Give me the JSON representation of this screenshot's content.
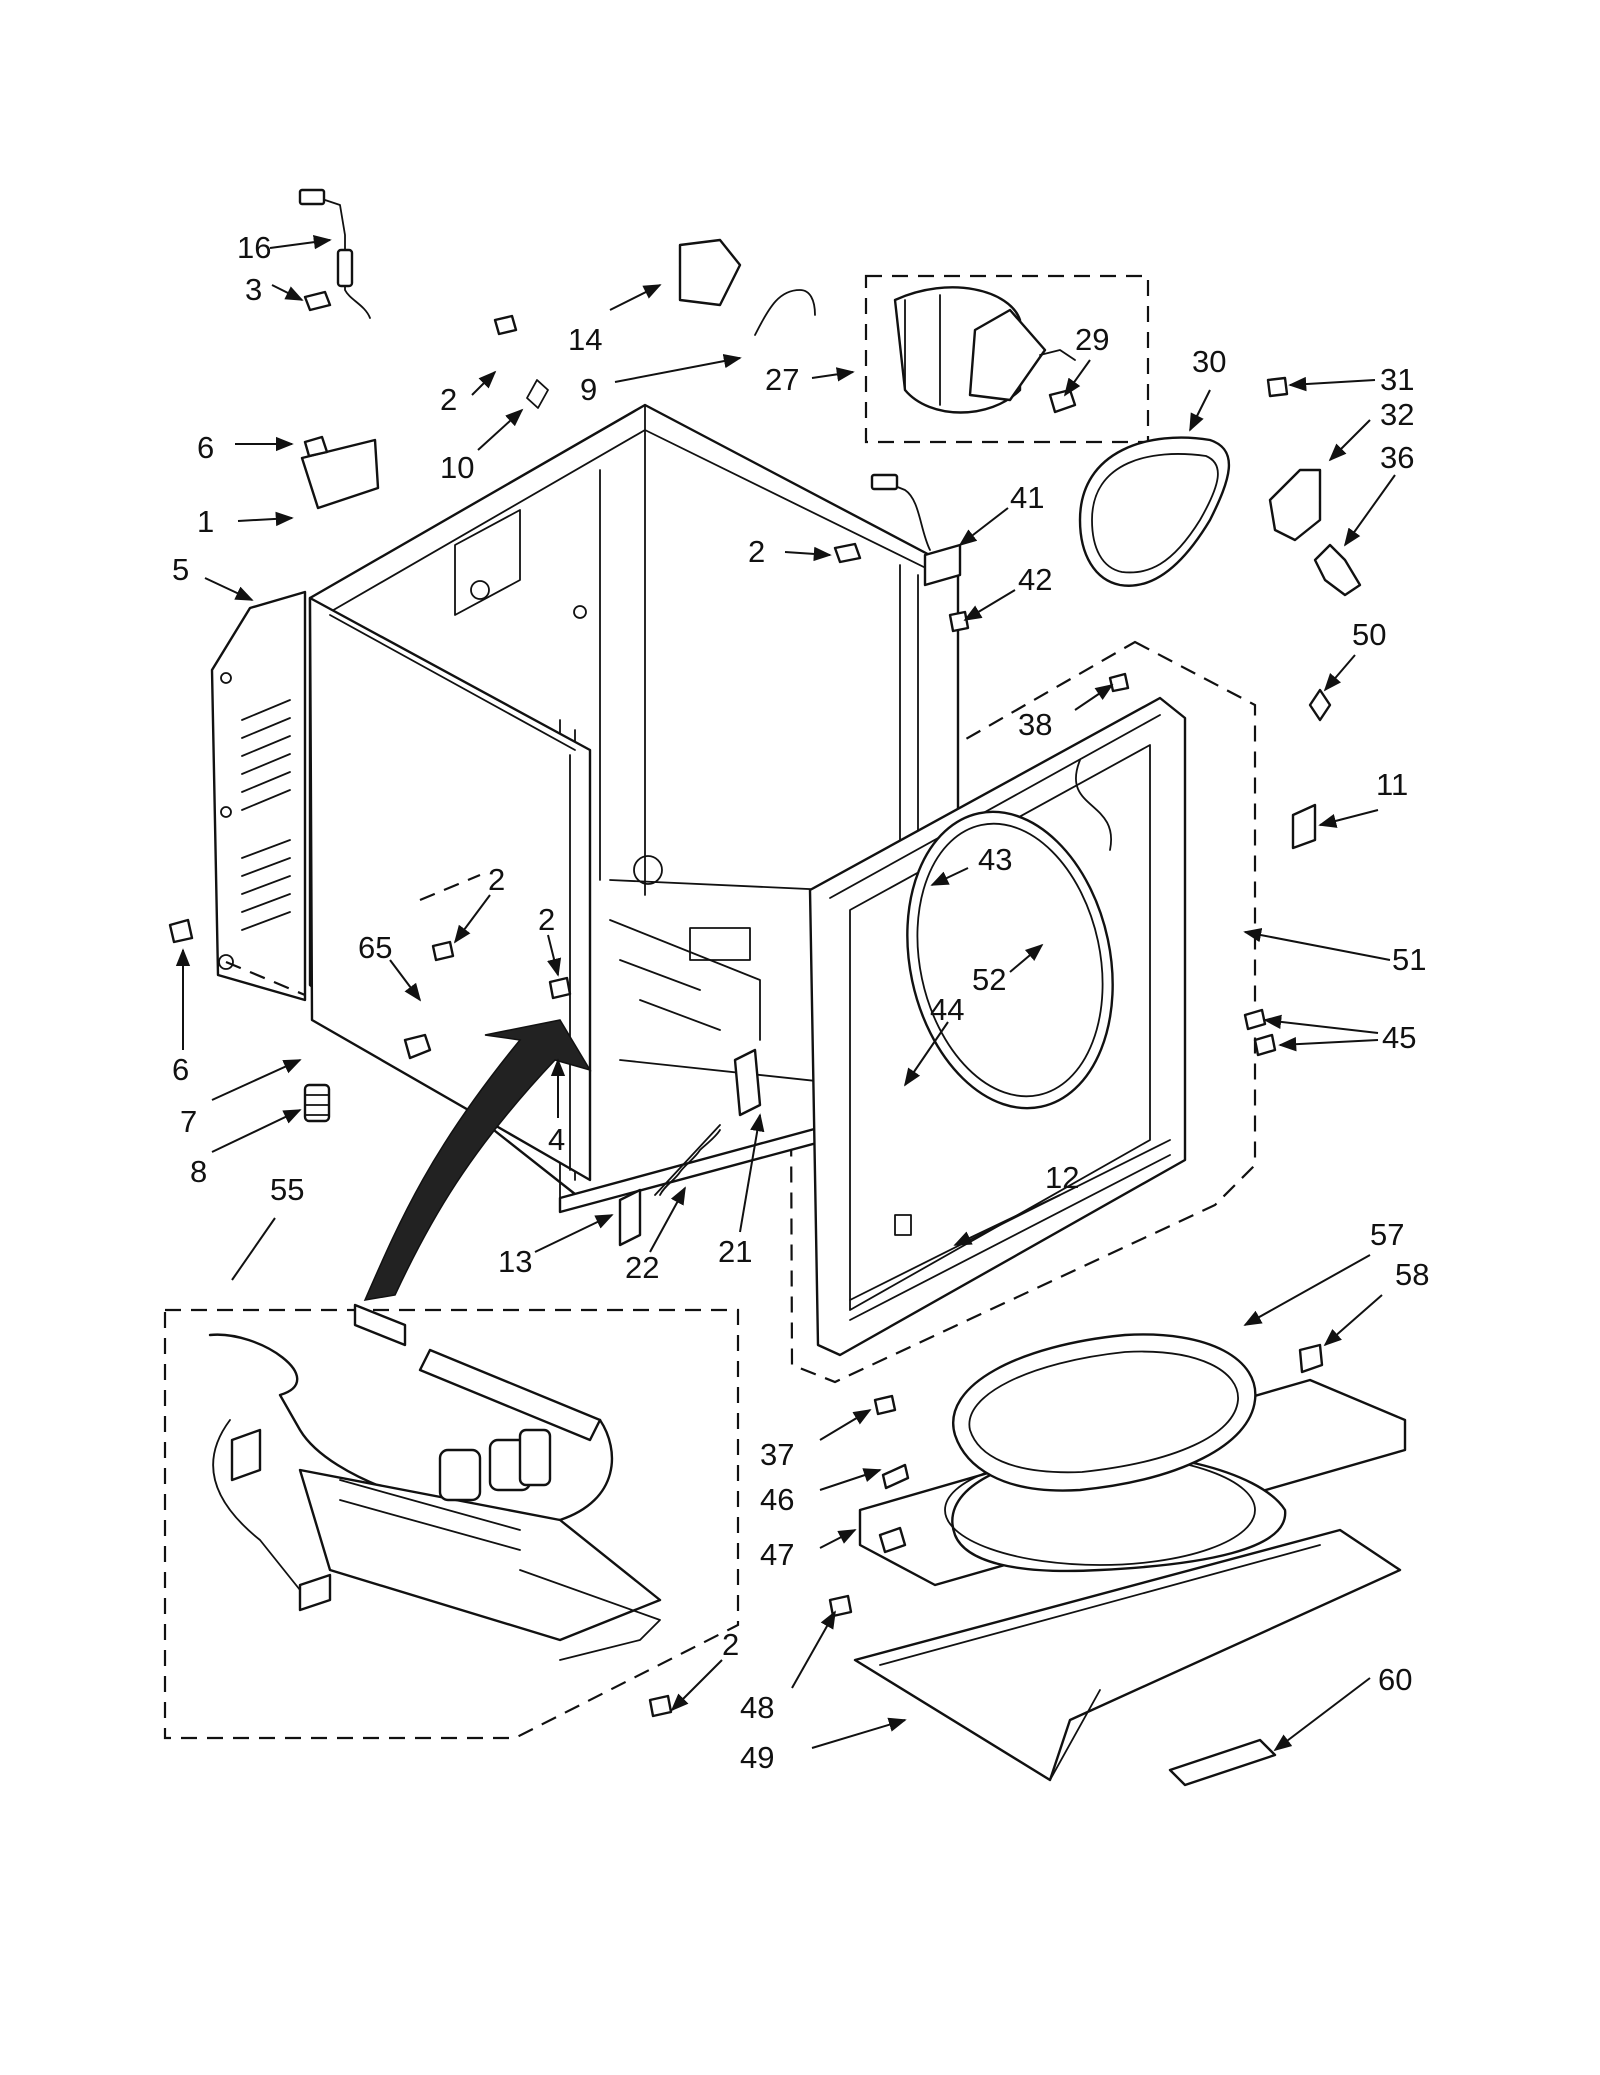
{
  "diagram": {
    "callouts": [
      {
        "id": "c16",
        "label": "16"
      },
      {
        "id": "c3",
        "label": "3"
      },
      {
        "id": "c14",
        "label": "14"
      },
      {
        "id": "c2a",
        "label": "2"
      },
      {
        "id": "c9",
        "label": "9"
      },
      {
        "id": "c27",
        "label": "27"
      },
      {
        "id": "c29",
        "label": "29"
      },
      {
        "id": "c30",
        "label": "30"
      },
      {
        "id": "c31",
        "label": "31"
      },
      {
        "id": "c32",
        "label": "32"
      },
      {
        "id": "c36",
        "label": "36"
      },
      {
        "id": "c6a",
        "label": "6"
      },
      {
        "id": "c10",
        "label": "10"
      },
      {
        "id": "c1",
        "label": "1"
      },
      {
        "id": "c5",
        "label": "5"
      },
      {
        "id": "c41",
        "label": "41"
      },
      {
        "id": "c2b",
        "label": "2"
      },
      {
        "id": "c42",
        "label": "42"
      },
      {
        "id": "c50",
        "label": "50"
      },
      {
        "id": "c38",
        "label": "38"
      },
      {
        "id": "c11",
        "label": "11"
      },
      {
        "id": "c43",
        "label": "43"
      },
      {
        "id": "c2c",
        "label": "2"
      },
      {
        "id": "c2d",
        "label": "2"
      },
      {
        "id": "c65",
        "label": "65"
      },
      {
        "id": "c51",
        "label": "51"
      },
      {
        "id": "c52",
        "label": "52"
      },
      {
        "id": "c44",
        "label": "44"
      },
      {
        "id": "c45",
        "label": "45"
      },
      {
        "id": "c6b",
        "label": "6"
      },
      {
        "id": "c7",
        "label": "7"
      },
      {
        "id": "c4",
        "label": "4"
      },
      {
        "id": "c8",
        "label": "8"
      },
      {
        "id": "c55",
        "label": "55"
      },
      {
        "id": "c12",
        "label": "12"
      },
      {
        "id": "c13",
        "label": "13"
      },
      {
        "id": "c22",
        "label": "22"
      },
      {
        "id": "c21",
        "label": "21"
      },
      {
        "id": "c57",
        "label": "57"
      },
      {
        "id": "c58",
        "label": "58"
      },
      {
        "id": "c37",
        "label": "37"
      },
      {
        "id": "c46",
        "label": "46"
      },
      {
        "id": "c47",
        "label": "47"
      },
      {
        "id": "c2e",
        "label": "2"
      },
      {
        "id": "c48",
        "label": "48"
      },
      {
        "id": "c60",
        "label": "60"
      },
      {
        "id": "c49",
        "label": "49"
      }
    ]
  }
}
